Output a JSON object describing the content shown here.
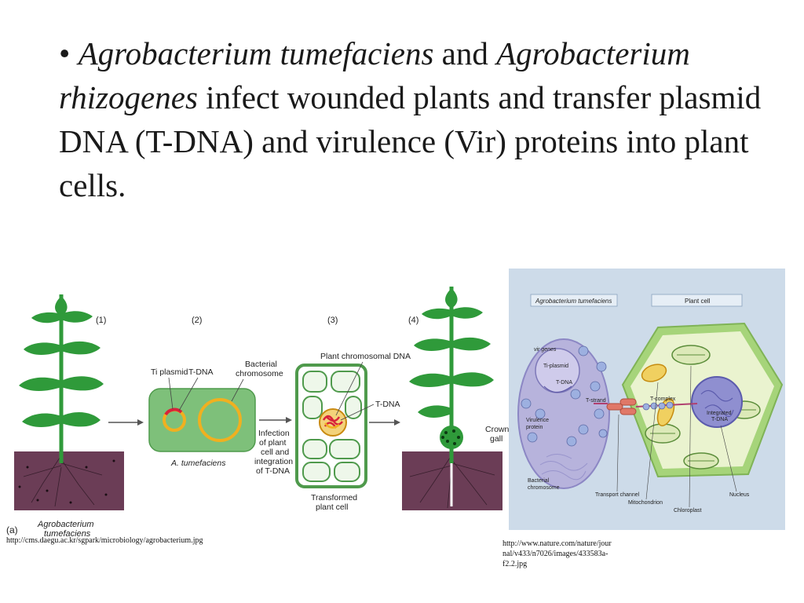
{
  "bullet": {
    "marker": "•",
    "part1": "Agrobacterium tumefaciens",
    "part2": " and ",
    "part3": "Agrobacterium rhizogenes",
    "part4": " infect wounded plants and transfer plasmid DNA (T-DNA) and virulence (Vir) proteins into plant cells."
  },
  "figure_a": {
    "step1": "(1)",
    "step2": "(2)",
    "step3": "(3)",
    "step4": "(4)",
    "panel_letter": "(a)",
    "plant_caption_1": "Agrobacterium",
    "plant_caption_2": "tumefaciens",
    "ti_plasmid": "Ti plasmid",
    "tdna": "T-DNA",
    "bact_chrom_1": "Bacterial",
    "bact_chrom_2": "chromosome",
    "cell_caption": "A. tumefaciens",
    "infection_1": "Infection",
    "infection_2": "of plant",
    "infection_3": "cell and",
    "infection_4": "integration",
    "infection_5": "of T-DNA",
    "plant_chrom_dna": "Plant chromosomal DNA",
    "tdna_right": "T-DNA",
    "transformed_1": "Transformed",
    "transformed_2": "plant cell",
    "crown_1": "Crown",
    "crown_2": "gall",
    "source": "http://cms.daegu.ac.kr/sgpark/microbiology/agrobacterium.jpg",
    "colors": {
      "leaf": "#2f9a3a",
      "soil": "#6b3d56",
      "cell": "#7ec07a",
      "plasmid": "#f0b020",
      "tdna": "#d8233a"
    }
  },
  "figure_b": {
    "header_left": "Agrobacterium tumefaciens",
    "header_right": "Plant cell",
    "vir_genes": "vir genes",
    "ti_plasmid": "Ti-plasmid",
    "tdna": "T-DNA",
    "virulence_1": "Virulence",
    "virulence_2": "protein",
    "t_strand": "T-strand",
    "t_complex": "T-complex",
    "integrated_1": "Integrated",
    "integrated_2": "T-DNA",
    "bacterial_1": "Bacterial",
    "bacterial_2": "chromosome",
    "transport_channel": "Transport channel",
    "mitochondrion": "Mitochondrion",
    "chloroplast": "Chloroplast",
    "nucleus": "Nucleus",
    "source_1": "http://www.nature.com/nature/jour",
    "source_2": "nal/v433/n7026/images/433583a-",
    "source_3": "f2.2.jpg",
    "colors": {
      "bg": "#cddbe9",
      "bacterium": "#b7b3dc",
      "plant_wall": "#a6d47a",
      "cytoplasm": "#eaf3cf",
      "nucleus": "#8f8fd0"
    }
  }
}
